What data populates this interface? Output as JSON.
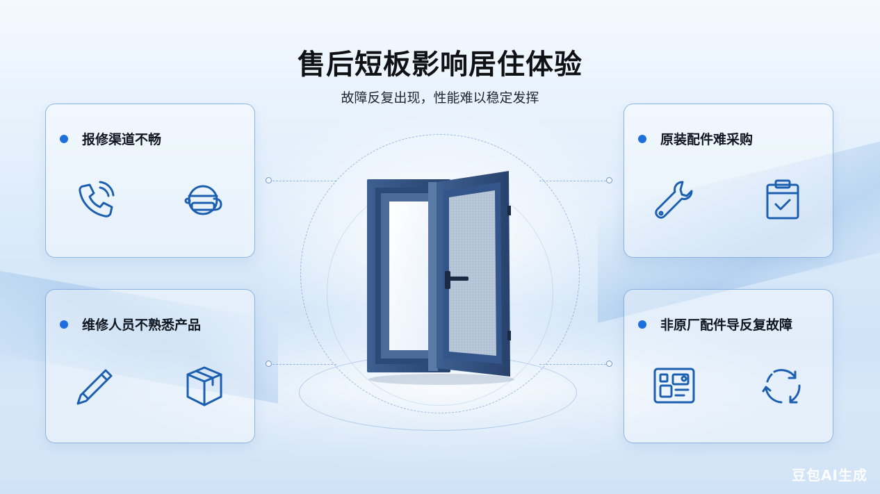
{
  "header": {
    "title": "售后短板影响居住体验",
    "subtitle": "故障反复出现，性能难以稳定发挥"
  },
  "cards": {
    "top_left": {
      "label": "报修渠道不畅",
      "icons": [
        "phone-call-icon",
        "customer-service-headset-icon"
      ]
    },
    "bottom_left": {
      "label": "维修人员不熟悉产品",
      "icons": [
        "screwdriver-icon",
        "package-box-icon"
      ]
    },
    "top_right": {
      "label": "原装配件难采购",
      "icons": [
        "wrench-icon",
        "clipboard-check-icon"
      ]
    },
    "bottom_right": {
      "label": "非原厂配件导反复故障",
      "icons": [
        "parts-panel-icon",
        "cycle-arrows-icon"
      ]
    }
  },
  "center": {
    "illustration": "open-casement-window-icon"
  },
  "watermark": {
    "text": "豆包AI生成"
  },
  "colors": {
    "accent": "#1d6fe0",
    "icon_stroke": "#1c5fb0",
    "card_border": "#6ea0d7",
    "frame": "#2f4d7c"
  }
}
